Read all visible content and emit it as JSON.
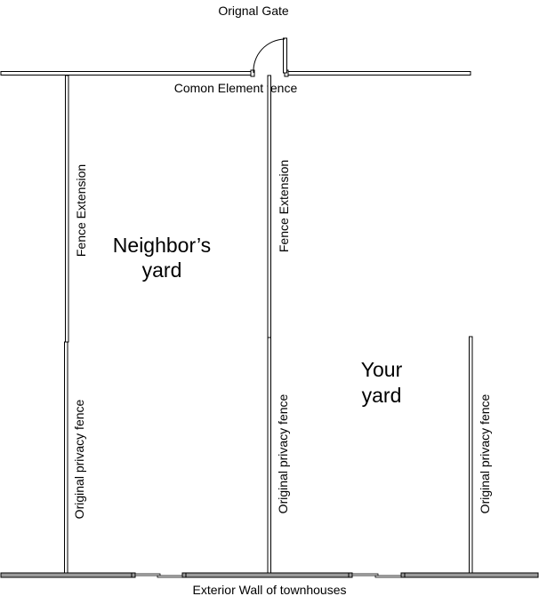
{
  "labels": {
    "gate": "Orignal Gate",
    "common_fence": "Comon Element fence",
    "fence_extension_left": "Fence Extension",
    "fence_extension_middle": "Fence Extension",
    "privacy_left": "Original privacy fence",
    "privacy_middle": "Original privacy fence",
    "privacy_right": "Original privacy fence",
    "neighbor_yard_line1": "Neighbor’s",
    "neighbor_yard_line2": "yard",
    "your_yard_line1": "Your",
    "your_yard_line2": "yard",
    "exterior_wall": "Exterior Wall of townhouses"
  },
  "colors": {
    "line": "#000000",
    "fence_fill": "#ffffff",
    "wall_fill": "#9a9a9a"
  }
}
